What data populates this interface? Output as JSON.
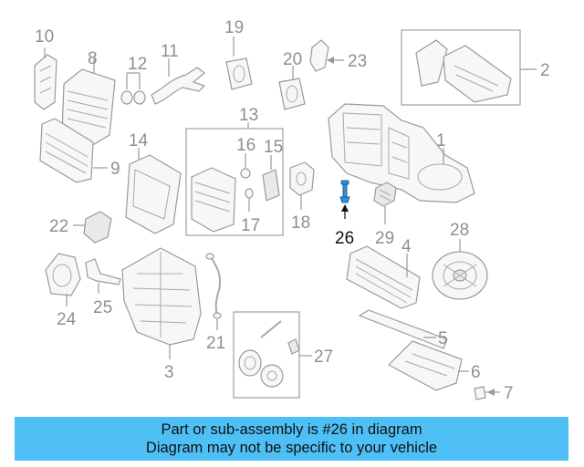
{
  "callouts": {
    "c1": "1",
    "c2": "2",
    "c3": "3",
    "c4": "4",
    "c5": "5",
    "c6": "6",
    "c7": "7",
    "c8": "8",
    "c9": "9",
    "c10": "10",
    "c11": "11",
    "c12": "12",
    "c13": "13",
    "c14": "14",
    "c15": "15",
    "c16": "16",
    "c17": "17",
    "c18": "18",
    "c19": "19",
    "c20": "20",
    "c21": "21",
    "c22": "22",
    "c23": "23",
    "c24": "24",
    "c25": "25",
    "c26": "26",
    "c27": "27",
    "c28": "28",
    "c29": "29"
  },
  "highlighted_part": "26",
  "colors": {
    "banner": "#4fc0f6",
    "highlight": "#2f8fd8",
    "line": "#9a9a9a"
  },
  "banner": {
    "line1": "Part or sub-assembly is #26 in diagram",
    "line2": "Diagram may not be specific to your vehicle"
  }
}
